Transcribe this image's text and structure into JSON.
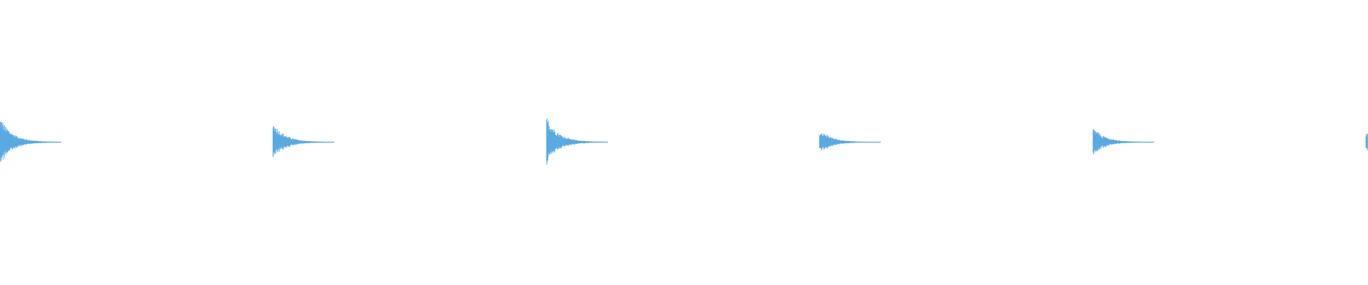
{
  "waveform": {
    "color": "#5aa9e0",
    "background": "#ffffff",
    "bursts": [
      {
        "amplitude": 1.0,
        "decay": 0.92,
        "peak_ratio": 0.92
      },
      {
        "amplitude": 0.8,
        "decay": 0.9,
        "peak_ratio": 0.85
      },
      {
        "amplitude": 1.0,
        "decay": 0.92,
        "peak_ratio": 0.95
      },
      {
        "amplitude": 0.55,
        "decay": 0.85,
        "peak_ratio": 0.6
      },
      {
        "amplitude": 0.6,
        "decay": 0.88,
        "peak_ratio": 0.9
      },
      {
        "amplitude": 0.45,
        "decay": 0.8,
        "peak_ratio": 0.8
      }
    ]
  }
}
